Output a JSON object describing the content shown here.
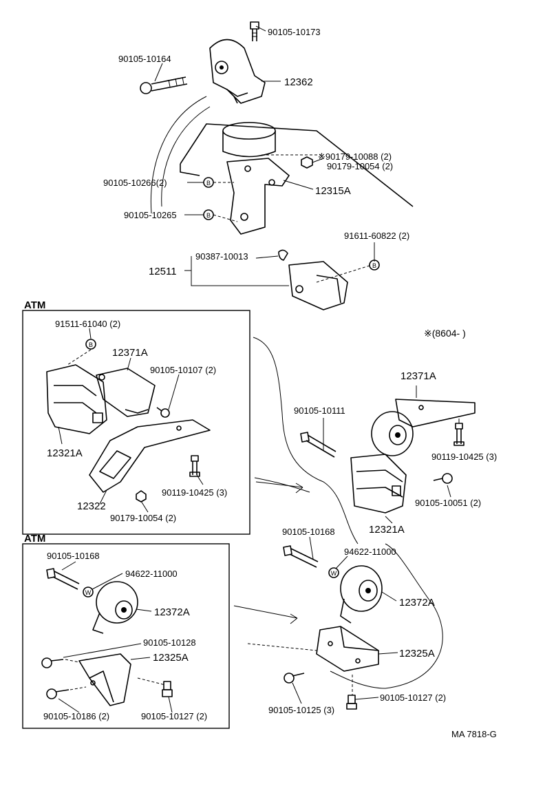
{
  "sections": {
    "atm_top": "ATM",
    "atm_bottom": "ATM",
    "date_note": "※(8604-        )"
  },
  "callouts": {
    "c_90105_10173": "90105-10173",
    "c_90105_10164": "90105-10164",
    "c_12362": "12362",
    "c_90179_10088": "※90179-10088 (2)",
    "c_90179_10054_top": "90179-10054 (2)",
    "c_90105_10266": "90105-10266(2)",
    "c_12315A": "12315A",
    "c_90105_10265": "90105-10265",
    "c_91611_60822": "91611-60822 (2)",
    "c_90387_10013": "90387-10013",
    "c_12511": "12511",
    "c_91511_61040": "91511-61040 (2)",
    "c_12371A_atm": "12371A",
    "c_90105_10107": "90105-10107 (2)",
    "c_12321A_atm": "12321A",
    "c_90119_10425_atm": "90119-10425 (3)",
    "c_12322": "12322",
    "c_90179_10054_atm": "90179-10054 (2)",
    "c_12371A_r": "12371A",
    "c_90105_10111": "90105-10111",
    "c_90119_10425_r": "90119-10425 (3)",
    "c_90105_10051": "90105-10051 (2)",
    "c_12321A_r": "12321A",
    "c_90105_10168_r": "90105-10168",
    "c_94622_11000_r": "94622-11000",
    "c_12372A_r": "12372A",
    "c_12325A_r": "12325A",
    "c_90105_10125": "90105-10125 (3)",
    "c_90105_10127_r": "90105-10127 (2)",
    "c_90105_10168_atm": "90105-10168",
    "c_94622_11000_atm": "94622-11000",
    "c_12372A_atm": "12372A",
    "c_90105_10128": "90105-10128",
    "c_12325A_atm": "12325A",
    "c_90105_10186": "90105-10186 (2)",
    "c_90105_10127_atm": "90105-10127 (2)"
  },
  "markers": {
    "bolt_mark": "B",
    "washer_mark": "W"
  },
  "footer": {
    "code": "MA  7818-G"
  }
}
